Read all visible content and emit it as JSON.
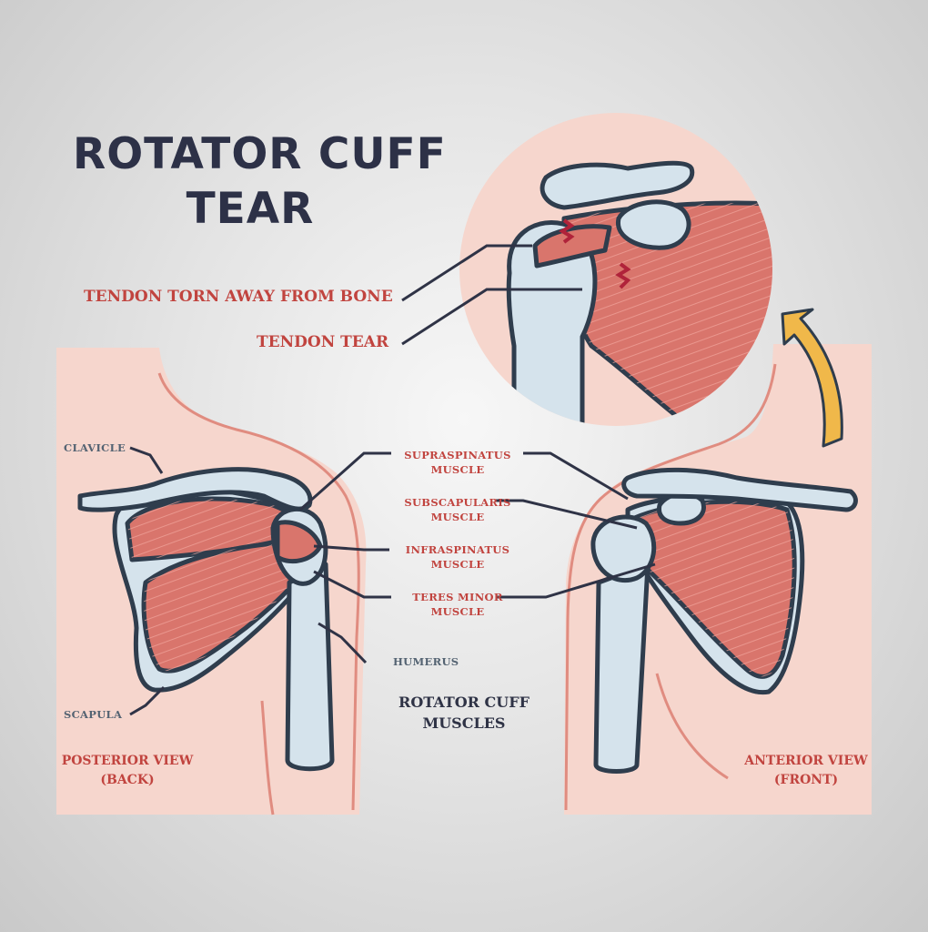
{
  "title": {
    "line1": "ROTATOR CUFF",
    "line2": "TEAR"
  },
  "callouts": {
    "tendon_torn": "TENDON TORN AWAY FROM BONE",
    "tendon_tear": "TENDON TEAR"
  },
  "labels": {
    "clavicle": "CLAVICLE",
    "scapula": "SCAPULA",
    "humerus": "HUMERUS",
    "supraspinatus": [
      "SUPRASPINATUS",
      "MUSCLE"
    ],
    "subscapularis": [
      "SUBSCAPULARIS",
      "MUSCLE"
    ],
    "infraspinatus": [
      "INFRASPINATUS",
      "MUSCLE"
    ],
    "teres_minor": [
      "TERES MINOR",
      "MUSCLE"
    ],
    "rotator_cuff_muscles": [
      "ROTATOR CUFF",
      "MUSCLES"
    ]
  },
  "views": {
    "posterior": [
      "POSTERIOR VIEW",
      "(BACK)"
    ],
    "anterior": [
      "ANTERIOR VIEW",
      "(FRONT)"
    ]
  },
  "colors": {
    "skin": "#f6d6cd",
    "skin_line": "#e08c80",
    "muscle": "#d9756c",
    "muscle_dark": "#c95a55",
    "bone": "#d5e3ec",
    "outline": "#2f3d4d",
    "arrow": "#f0b84a",
    "label_red": "#c1443f",
    "label_slate": "#546372",
    "title": "#2d3147"
  }
}
